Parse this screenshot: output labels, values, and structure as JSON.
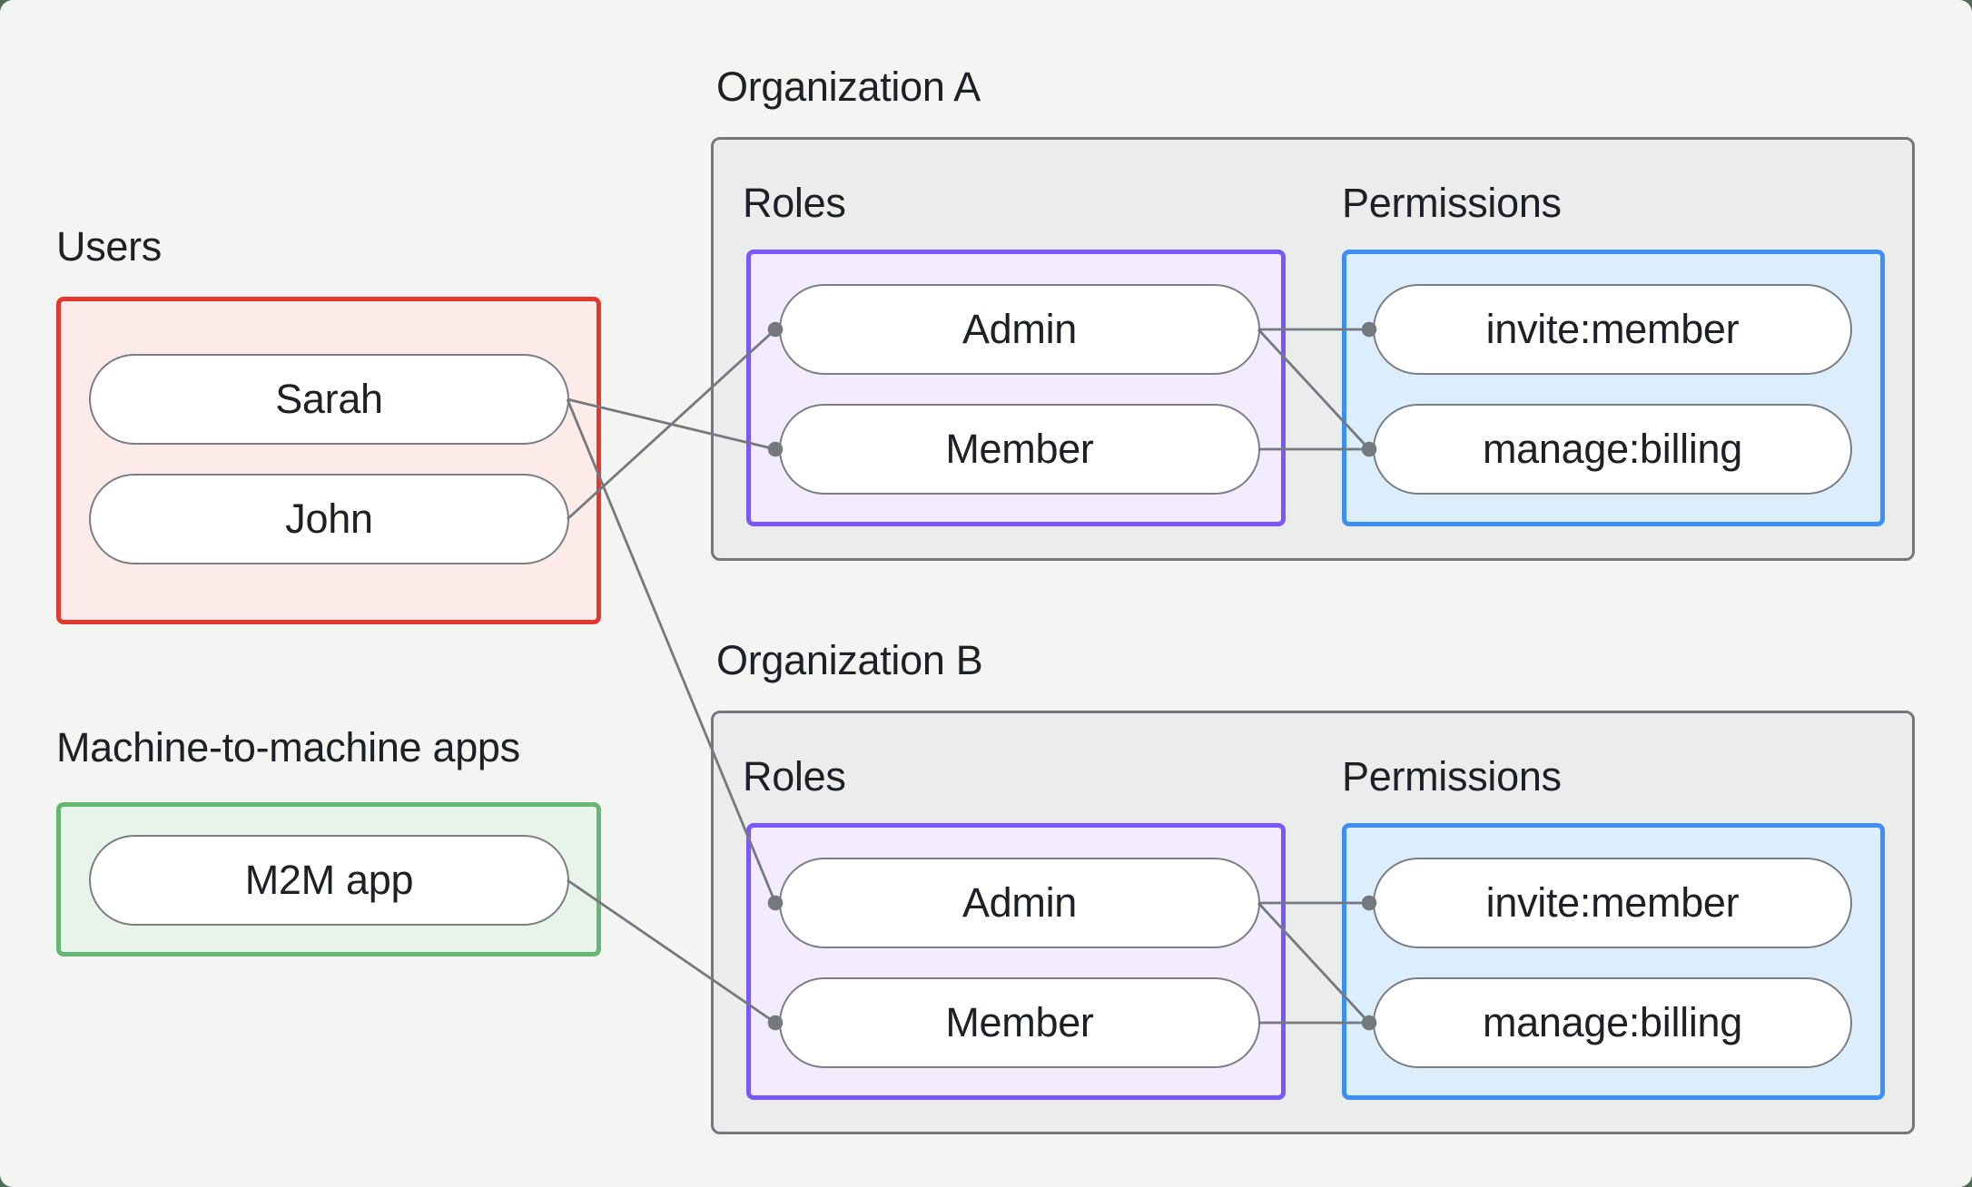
{
  "colors": {
    "page_frame": "#4d6e55",
    "canvas_bg": "#f3f5f2",
    "text": "#1d2025",
    "connector": "#75787c",
    "pill_border": "#7b7e82",
    "pill_bg": "#ffffff",
    "org_border": "#75787b",
    "org_bg": "#ebedec",
    "users_border": "#e2382d",
    "users_bg": "#fcebe9",
    "m2m_border": "#67b671",
    "m2m_bg": "#e8f4e9",
    "roles_border": "#7a57f8",
    "roles_bg": "#f2ecfe",
    "permissions_border": "#3e8ef7",
    "permissions_bg": "#dcedfb"
  },
  "left_panel": {
    "users": {
      "label": "Users",
      "nodes": [
        {
          "id": "user-sarah",
          "label": "Sarah"
        },
        {
          "id": "user-john",
          "label": "John"
        }
      ]
    },
    "m2m": {
      "label": "Machine-to-machine apps",
      "nodes": [
        {
          "id": "m2m-app",
          "label": "M2M app"
        }
      ]
    }
  },
  "organizations": [
    {
      "id": "orgA",
      "title": "Organization A",
      "roles_label": "Roles",
      "permissions_label": "Permissions",
      "roles": [
        {
          "id": "orgA-role-admin",
          "label": "Admin"
        },
        {
          "id": "orgA-role-member",
          "label": "Member"
        }
      ],
      "permissions": [
        {
          "id": "orgA-perm-invite",
          "label": "invite:member"
        },
        {
          "id": "orgA-perm-manage",
          "label": "manage:billing"
        }
      ]
    },
    {
      "id": "orgB",
      "title": "Organization B",
      "roles_label": "Roles",
      "permissions_label": "Permissions",
      "roles": [
        {
          "id": "orgB-role-admin",
          "label": "Admin"
        },
        {
          "id": "orgB-role-member",
          "label": "Member"
        }
      ],
      "permissions": [
        {
          "id": "orgB-perm-invite",
          "label": "invite:member"
        },
        {
          "id": "orgB-perm-manage",
          "label": "manage:billing"
        }
      ]
    }
  ],
  "edges": [
    {
      "from": "user-sarah",
      "to": "orgA-role-member"
    },
    {
      "from": "user-john",
      "to": "orgA-role-admin"
    },
    {
      "from": "user-sarah",
      "to": "orgB-role-admin"
    },
    {
      "from": "m2m-app",
      "to": "orgB-role-member"
    },
    {
      "from": "orgA-role-admin",
      "to": "orgA-perm-invite"
    },
    {
      "from": "orgA-role-admin",
      "to": "orgA-perm-manage"
    },
    {
      "from": "orgA-role-member",
      "to": "orgA-perm-manage"
    },
    {
      "from": "orgB-role-admin",
      "to": "orgB-perm-invite"
    },
    {
      "from": "orgB-role-admin",
      "to": "orgB-perm-manage"
    },
    {
      "from": "orgB-role-member",
      "to": "orgB-perm-manage"
    }
  ]
}
